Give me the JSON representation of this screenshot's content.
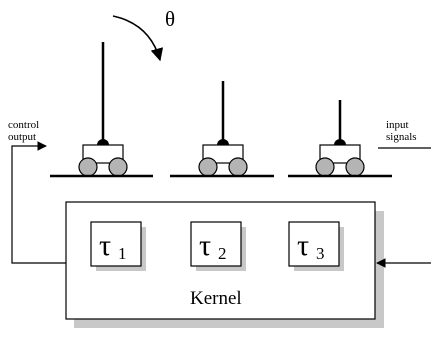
{
  "diagram": {
    "theta_label": "θ",
    "left_label_line1": "control",
    "left_label_line2": "output",
    "right_label_line1": "input",
    "right_label_line2": "signals",
    "kernel_label": "Kernel",
    "tasks": [
      {
        "symbol": "τ",
        "sub": "1"
      },
      {
        "symbol": "τ",
        "sub": "2"
      },
      {
        "symbol": "τ",
        "sub": "3"
      }
    ],
    "colors": {
      "stroke": "#000000",
      "shadow": "#c8c8c8",
      "wheel_fill": "#b4b4b4",
      "background": "#ffffff"
    }
  }
}
